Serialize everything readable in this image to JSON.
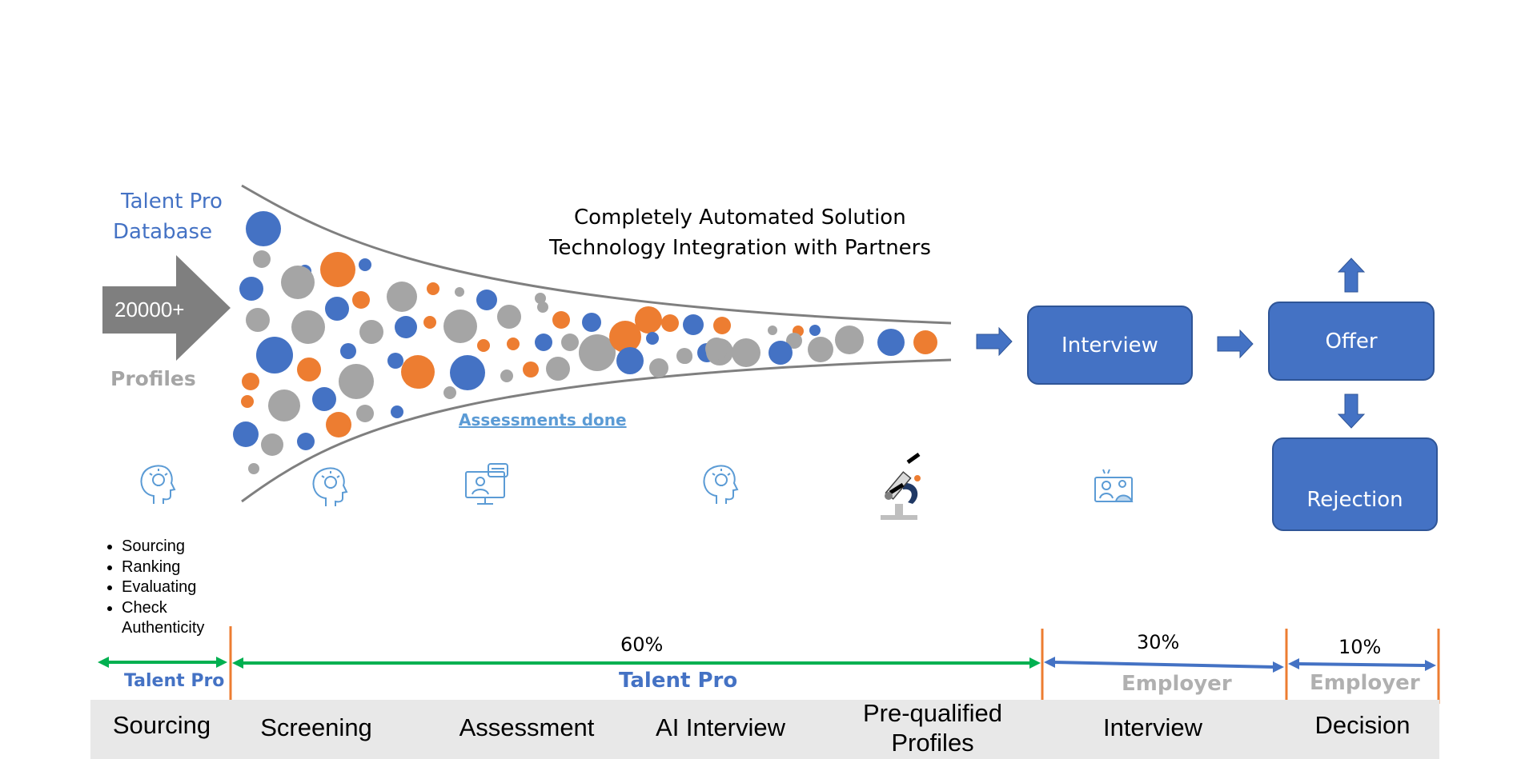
{
  "database": {
    "title_line1": "Talent Pro",
    "title_line2": "Database",
    "arrow_count": "20000+",
    "profiles_label": "Profiles"
  },
  "headline": {
    "line1": "Completely Automated Solution",
    "line2": "Technology Integration with Partners"
  },
  "assessments_link": "Assessments done",
  "boxes": {
    "interview": "Interview",
    "offer": "Offer",
    "rejection": "Rejection"
  },
  "sourcing_tasks": [
    "Sourcing",
    "Ranking",
    "Evaluating",
    "Check Authenticity"
  ],
  "ranges": [
    {
      "percent": "",
      "owner": "Talent Pro"
    },
    {
      "percent": "60%",
      "owner": "Talent Pro"
    },
    {
      "percent": "30%",
      "owner": "Employer"
    },
    {
      "percent": "10%",
      "owner": "Employer"
    }
  ],
  "stages": [
    "Sourcing",
    "Screening",
    "Assessment",
    "AI Interview",
    "Pre-qualified Profiles",
    "Interview",
    "Decision"
  ],
  "icons": [
    "lightbulb-head-icon",
    "lightbulb-head-icon",
    "online-assessment-icon",
    "lightbulb-head-icon",
    "microscope-icon",
    "video-interview-icon"
  ],
  "colors": {
    "blue": "#4472c4",
    "orange": "#ed7d31",
    "gray": "#a5a5a5",
    "green": "#00b050",
    "light_blue_icon": "#5b9bd5",
    "owner_gray": "#b0b0b0"
  }
}
